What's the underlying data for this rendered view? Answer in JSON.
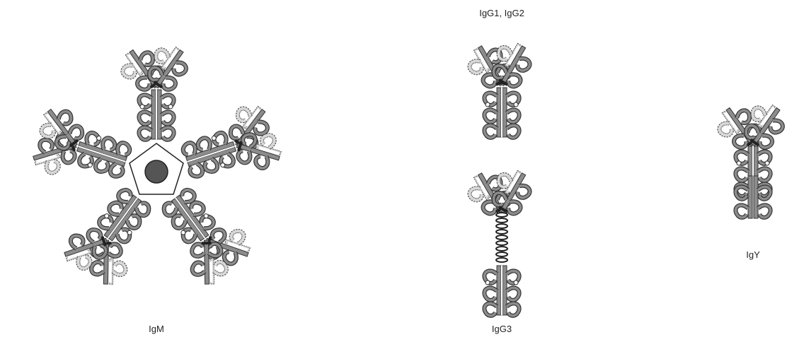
{
  "figure": {
    "labels": {
      "igm": "IgM",
      "igg12": "IgG1, IgG2",
      "igg3": "IgG3",
      "igy": "IgY"
    }
  },
  "colors": {
    "chain_fill": "#8c8c8c",
    "chain_stroke": "#333333",
    "light_chain_fill": "#d8d8d8",
    "pentagon_fill": "#ffffff",
    "j_chain_fill": "#555555"
  }
}
